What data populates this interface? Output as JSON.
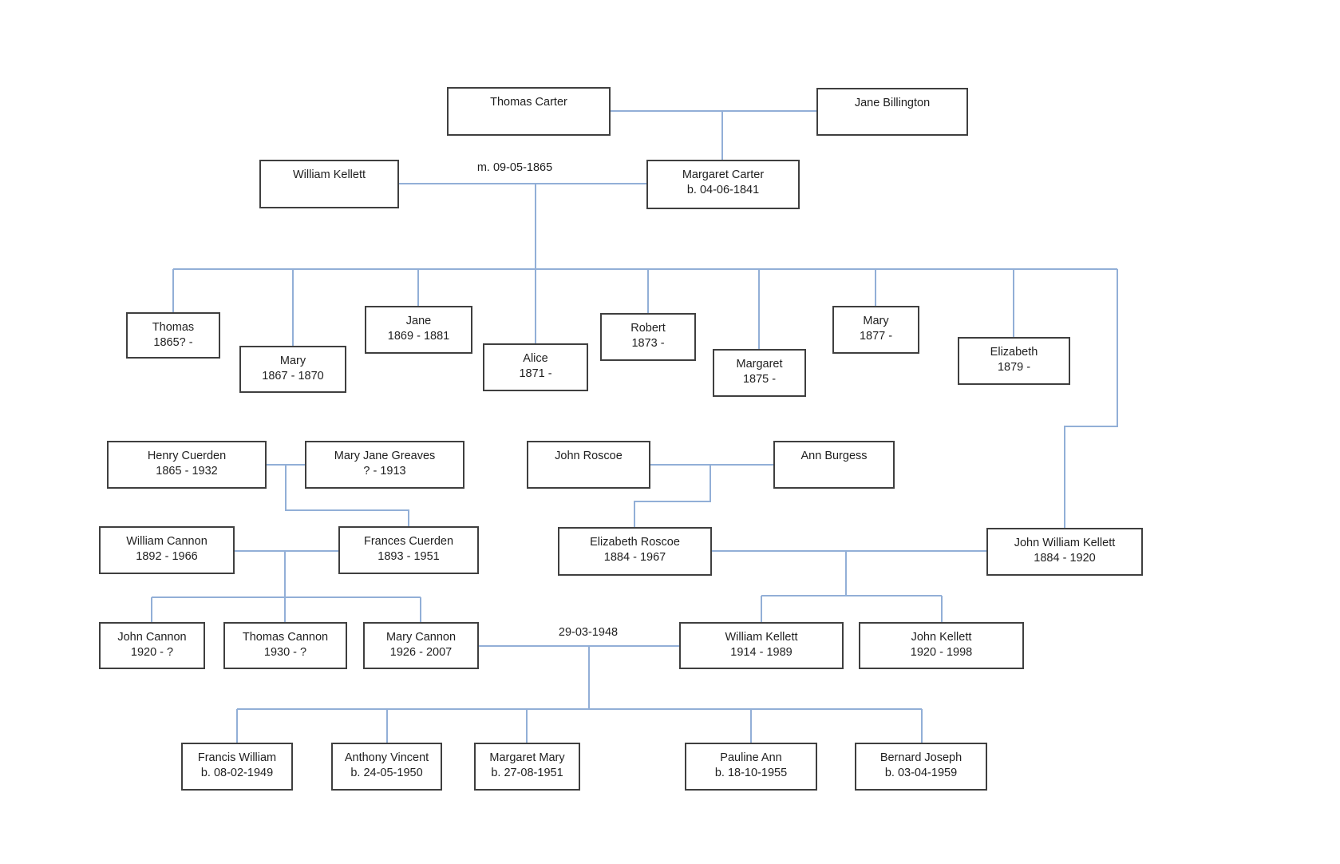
{
  "diagram_type": "family-tree",
  "colors": {
    "connector": "#92afd7",
    "box_border": "#3f3f3f",
    "text": "#1f1f1f",
    "background": "#ffffff"
  },
  "marriage_labels": {
    "kellett_carter": "m. 09-05-1865",
    "kellett_cannon": "29-03-1948"
  },
  "people": {
    "thomas_carter": {
      "name": "Thomas Carter",
      "dates": ""
    },
    "jane_billington": {
      "name": "Jane Billington",
      "dates": ""
    },
    "william_kellett_sr": {
      "name": "William Kellett",
      "dates": ""
    },
    "margaret_carter": {
      "name": "Margaret Carter",
      "dates": "b. 04-06-1841"
    },
    "thomas_1865": {
      "name": "Thomas",
      "dates": "1865? -"
    },
    "mary_1867": {
      "name": "Mary",
      "dates": "1867 - 1870"
    },
    "jane_1869": {
      "name": "Jane",
      "dates": "1869 - 1881"
    },
    "alice_1871": {
      "name": "Alice",
      "dates": "1871 -"
    },
    "robert_1873": {
      "name": "Robert",
      "dates": "1873 -"
    },
    "margaret_1875": {
      "name": "Margaret",
      "dates": "1875 -"
    },
    "mary_1877": {
      "name": "Mary",
      "dates": "1877 -"
    },
    "elizabeth_1879": {
      "name": "Elizabeth",
      "dates": "1879 -"
    },
    "henry_cuerden": {
      "name": "Henry Cuerden",
      "dates": "1865 - 1932"
    },
    "mary_jane_greaves": {
      "name": "Mary Jane Greaves",
      "dates": "? - 1913"
    },
    "john_roscoe": {
      "name": "John Roscoe",
      "dates": ""
    },
    "ann_burgess": {
      "name": "Ann Burgess",
      "dates": ""
    },
    "william_cannon": {
      "name": "William Cannon",
      "dates": "1892 - 1966"
    },
    "frances_cuerden": {
      "name": "Frances Cuerden",
      "dates": "1893 - 1951"
    },
    "elizabeth_roscoe": {
      "name": "Elizabeth Roscoe",
      "dates": "1884 - 1967"
    },
    "john_william_kellett": {
      "name": "John William Kellett",
      "dates": "1884 - 1920"
    },
    "john_cannon": {
      "name": "John Cannon",
      "dates": "1920 - ?"
    },
    "thomas_cannon": {
      "name": "Thomas Cannon",
      "dates": "1930 - ?"
    },
    "mary_cannon": {
      "name": "Mary Cannon",
      "dates": "1926 - 2007"
    },
    "william_kellett_jr": {
      "name": "William Kellett",
      "dates": "1914 - 1989"
    },
    "john_kellett": {
      "name": "John Kellett",
      "dates": "1920 - 1998"
    },
    "francis_william": {
      "name": "Francis William",
      "dates": "b. 08-02-1949"
    },
    "anthony_vincent": {
      "name": "Anthony Vincent",
      "dates": "b. 24-05-1950"
    },
    "margaret_mary": {
      "name": "Margaret Mary",
      "dates": "b. 27-08-1951"
    },
    "pauline_ann": {
      "name": "Pauline Ann",
      "dates": "b. 18-10-1955"
    },
    "bernard_joseph": {
      "name": "Bernard Joseph",
      "dates": "b. 03-04-1959"
    }
  }
}
